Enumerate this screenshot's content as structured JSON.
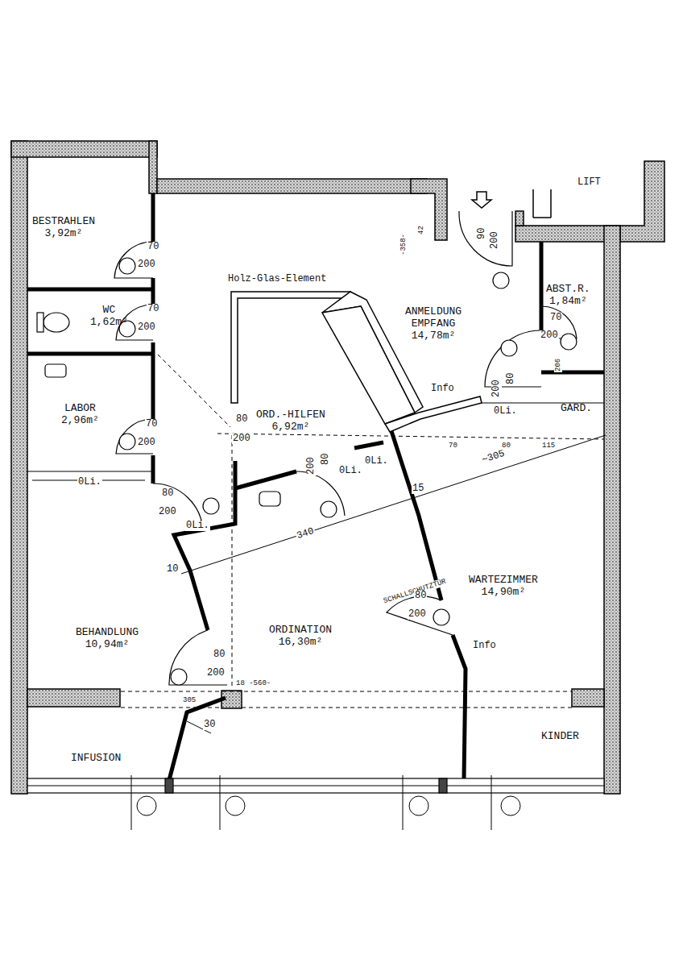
{
  "diagram": {
    "nodes": [
      {
        "text": [
          "BESTRAHLEN",
          "3,92m²"
        ]
      },
      {
        "text": [
          "WC",
          "1,62m²"
        ]
      },
      {
        "text": [
          "LABOR",
          "2,96m²"
        ]
      },
      {
        "text": [
          "ORD.-HILFEN",
          "6,92m²"
        ]
      },
      {
        "text": [
          "ANMELDUNG EMPFANG",
          "14,78m²"
        ]
      },
      {
        "text": [
          "ABST.R.",
          "1,84m²"
        ]
      },
      {
        "text": [
          "GARD."
        ]
      },
      {
        "text": [
          "BEHANDLUNG",
          "10,94m²"
        ]
      },
      {
        "text": [
          "ORDINATION",
          "16,30m²"
        ]
      },
      {
        "text": [
          "WARTEZIMMER",
          "14,90m²"
        ]
      },
      {
        "text": [
          "INFUSION"
        ]
      },
      {
        "text": [
          "KINDER"
        ]
      }
    ],
    "labels": [
      "LIFT",
      "Holz-Glas-Element",
      "-358-",
      "42",
      "70",
      "200",
      "70",
      "200",
      "70",
      "200",
      "90",
      "200",
      "70",
      "200",
      "200",
      "80",
      "0Li.",
      "206",
      "Info",
      "80",
      "200",
      "70",
      "80",
      "115",
      "~305",
      "80",
      "200",
      "0Li.",
      "0Li.",
      "200",
      "80",
      "0Li.",
      "0Li.",
      "15",
      "340",
      "10",
      "SCHALLSCHUTZTÜR",
      "80",
      "200",
      "Info",
      "80",
      "200",
      "18 -560-",
      "305",
      "30"
    ]
  }
}
